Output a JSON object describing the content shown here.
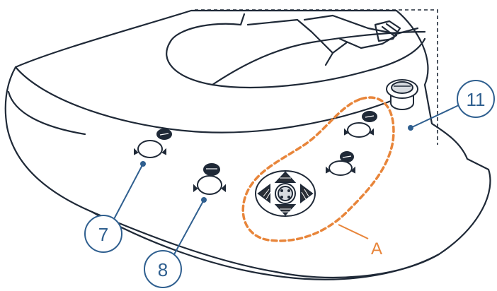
{
  "colors": {
    "outline": "#1f2937",
    "callout": "#2f5f8f",
    "highlight": "#e8853a",
    "background": "#ffffff"
  },
  "callouts": {
    "label_7": "7",
    "label_8": "8",
    "label_11": "11"
  },
  "regions": {
    "label_a": "A"
  }
}
